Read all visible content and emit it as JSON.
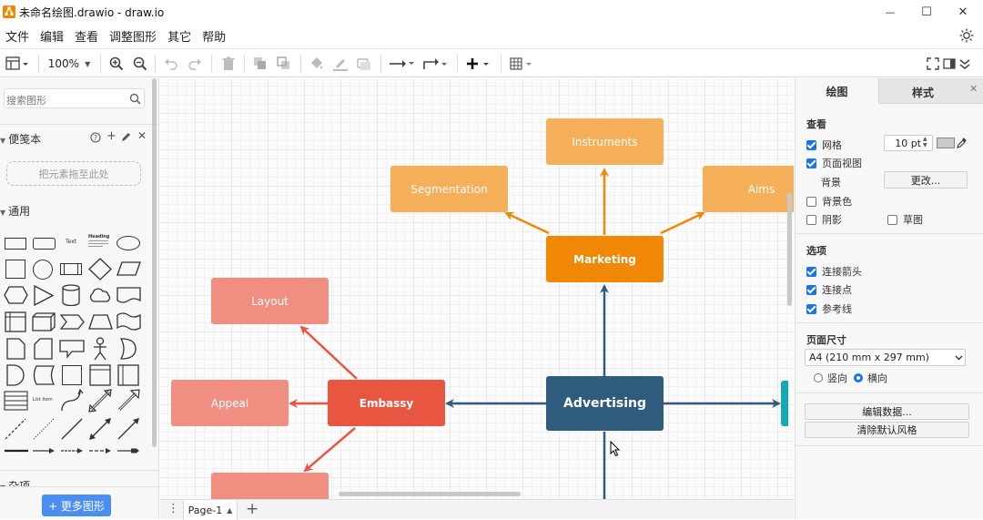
{
  "app": {
    "title": "未命名绘图.drawio - draw.io",
    "window_controls": {
      "minimize": "—",
      "maximize": "☐",
      "close": "✕"
    }
  },
  "menu": [
    "文件",
    "编辑",
    "查看",
    "调整图形",
    "其它",
    "帮助"
  ],
  "toolbar": {
    "zoom": "100%",
    "icons": [
      "layout-icon",
      "zoom-in-icon",
      "zoom-out-icon",
      "undo-icon",
      "redo-icon",
      "delete-icon",
      "to-front-icon",
      "to-back-icon",
      "fill-color-icon",
      "line-color-icon",
      "shadow-icon",
      "connection-icon",
      "waypoint-icon",
      "insert-icon",
      "table-icon",
      "fullscreen-icon",
      "format-panel-icon",
      "collapse-icon"
    ]
  },
  "left_panel": {
    "search_placeholder": "搜索图形",
    "scratchpad_title": "便笺本",
    "scratchpad_drop": "把元素拖至此处",
    "general_title": "通用",
    "shape_text": "Text",
    "shape_heading": "Heading",
    "shape_list_item": "List Item",
    "next_section": "杂项",
    "more_shapes": "+ 更多图形"
  },
  "diagram": {
    "colors": {
      "marketing_dark": "#f08705",
      "marketing_light": "#f5af58",
      "embassy_dark": "#e85642",
      "embassy_light": "#f08e81",
      "advertising": "#2f5b7c",
      "teal": "#12aab5"
    },
    "nodes": {
      "advertising": "Advertising",
      "marketing": "Marketing",
      "instruments": "Instruments",
      "segmentation": "Segmentation",
      "aims": "Aims",
      "embassy": "Embassy",
      "layout": "Layout",
      "appeal": "Appeal"
    }
  },
  "page_tab": {
    "label": "Page-1"
  },
  "right_panel": {
    "tabs": [
      "绘图",
      "样式"
    ],
    "view_title": "查看",
    "grid": "网格",
    "grid_size": "10 pt",
    "page_view": "页面视图",
    "background": "背景",
    "change_button": "更改...",
    "background_color": "背景色",
    "shadow": "阴影",
    "sketch": "草图",
    "options_title": "选项",
    "connection_arrows": "连接箭头",
    "connection_points": "连接点",
    "guides": "参考线",
    "page_size_title": "页面尺寸",
    "page_size_value": "A4 (210 mm x 297 mm)",
    "portrait": "竖向",
    "landscape": "横向",
    "edit_data": "编辑数据...",
    "clear_default_style": "清除默认风格"
  }
}
